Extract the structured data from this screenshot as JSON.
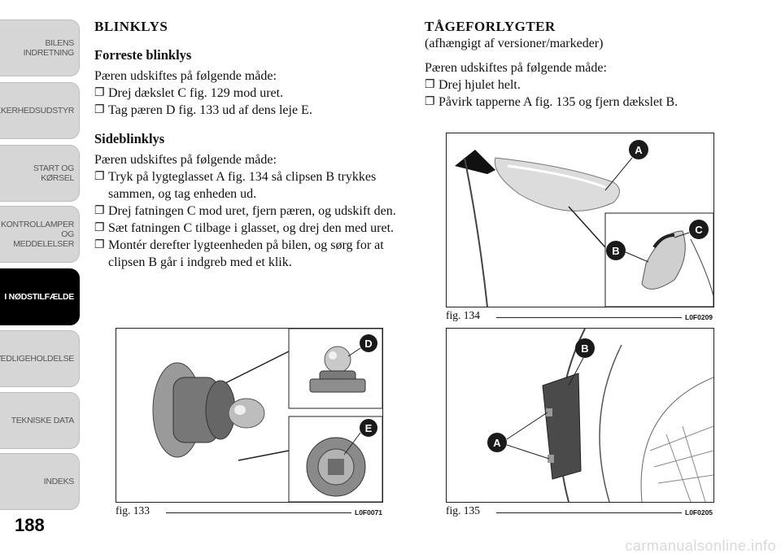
{
  "sidebar": {
    "tabs": [
      {
        "label": "BILENS\nINDRETNING",
        "active": false
      },
      {
        "label": "SIKKERHEDSUDSTYR",
        "active": false
      },
      {
        "label": "START OG KØRSEL",
        "active": false
      },
      {
        "label": "KONTROLLAMPER\nOG MEDDELELSER",
        "active": false
      },
      {
        "label": "I NØDSTILFÆLDE",
        "active": true
      },
      {
        "label": "VEDLIGEHOLDELSE",
        "active": false
      },
      {
        "label": "TEKNISKE DATA",
        "active": false
      },
      {
        "label": "INDEKS",
        "active": false
      }
    ]
  },
  "page_number": "188",
  "watermark": "carmanualsonline.info",
  "left_column": {
    "heading": "BLINKLYS",
    "sub1": "Forreste blinklys",
    "intro1": "Pæren udskiftes på følgende måde:",
    "steps1": [
      "Drej dækslet C fig. 129 mod uret.",
      "Tag pæren D fig. 133 ud af dens leje E."
    ],
    "sub2": "Sideblinklys",
    "intro2": "Pæren udskiftes på følgende måde:",
    "steps2": [
      "Tryk på lygteglasset A fig. 134 så clipsen B trykkes sammen, og tag enheden ud.",
      "Drej fatningen C mod uret, fjern pæren, og udskift den.",
      "Sæt fatningen C tilbage i glasset, og drej den med uret.",
      "Montér derefter lygteenheden på bilen, og sørg for at clipsen B går i indgreb med et klik."
    ]
  },
  "right_column": {
    "heading": "TÅGEFORLYGTER",
    "subheading": "(afhængigt af versioner/markeder)",
    "intro": "Pæren udskiftes på følgende måde:",
    "steps": [
      "Drej hjulet helt.",
      "Påvirk tapperne A fig. 135 og fjern dækslet B."
    ]
  },
  "figures": {
    "fig133": {
      "caption": "fig. 133",
      "code": "L0F0071",
      "labels": [
        "D",
        "E"
      ]
    },
    "fig134": {
      "caption": "fig. 134",
      "code": "L0F0209",
      "labels": [
        "A",
        "C",
        "B"
      ]
    },
    "fig135": {
      "caption": "fig. 135",
      "code": "L0F0205",
      "labels": [
        "B",
        "A"
      ]
    }
  },
  "colors": {
    "active_tab": "#000000",
    "tab": "#d6d6d6",
    "label_circle": "#1a1a1a"
  }
}
